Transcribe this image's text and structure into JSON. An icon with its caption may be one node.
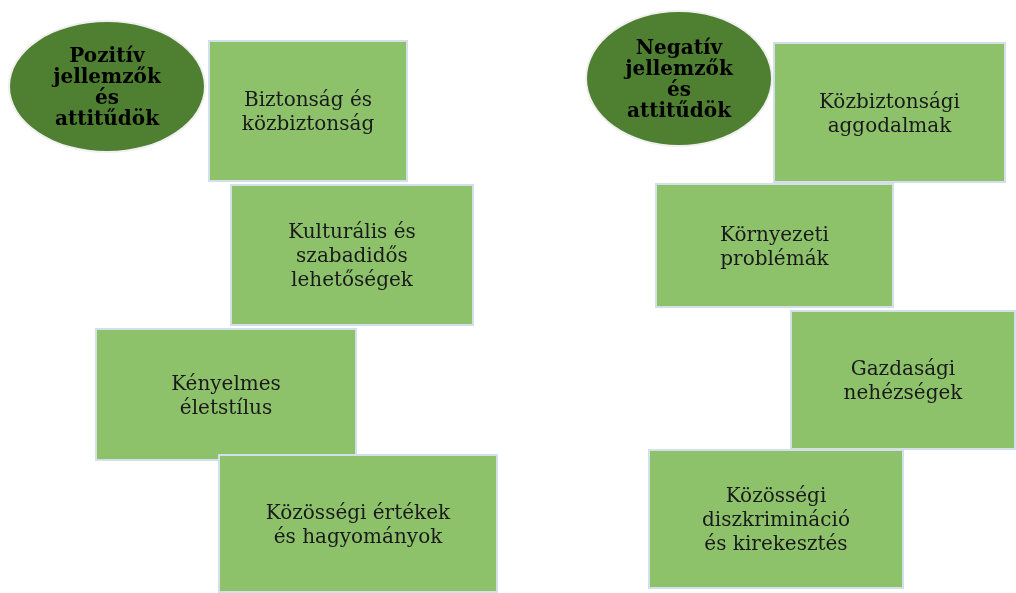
{
  "diagram": {
    "nodes": [
      {
        "text": [
          "Pozitív jellemzők és attitűdök"
        ]
      },
      {
        "text": [
          "Biztonság és közbiztonság"
        ]
      },
      {
        "text": [
          "Kulturális és szabadidős lehetőségek"
        ]
      },
      {
        "text": [
          "Kényelmes életstílus"
        ]
      },
      {
        "text": [
          "Közösségi értékek és hagyományok"
        ]
      },
      {
        "text": [
          "Negatív jellemzők és attitűdök"
        ]
      },
      {
        "text": [
          "Közbiztonsági aggodalmak"
        ]
      },
      {
        "text": [
          "Környezeti problémák"
        ]
      },
      {
        "text": [
          "Gazdasági nehézségek"
        ]
      },
      {
        "text": [
          "Közösségi diszkrimináció és kirekesztés"
        ]
      }
    ],
    "edges": []
  }
}
